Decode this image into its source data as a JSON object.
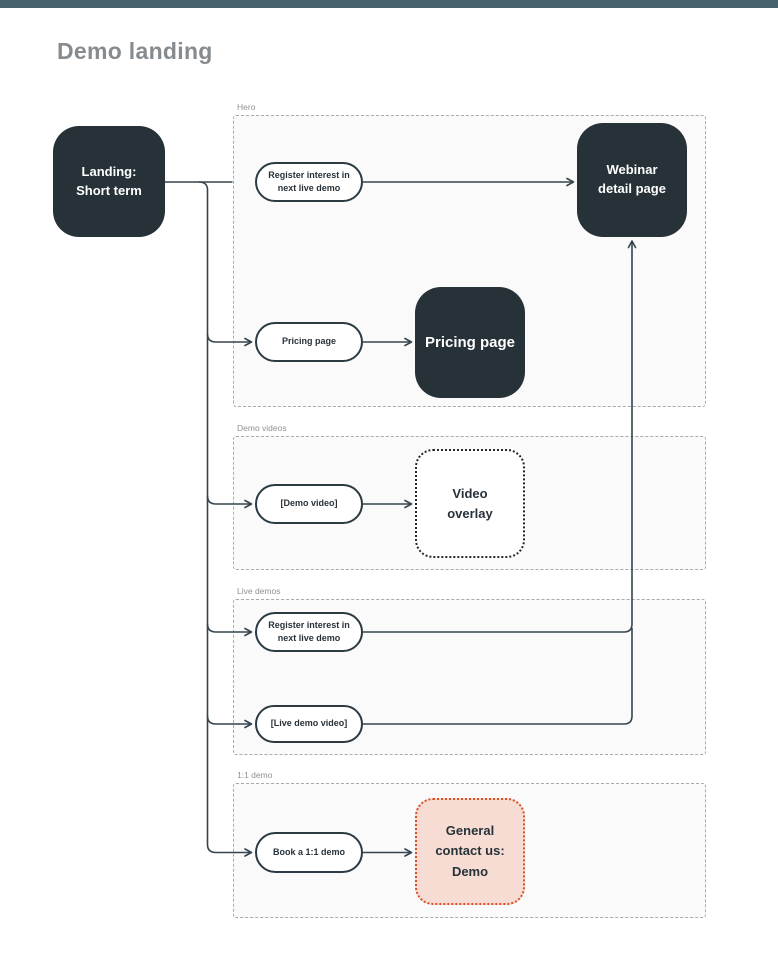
{
  "page": {
    "title": "Demo landing"
  },
  "colors": {
    "top_bar": "#48626c",
    "dark_node_fill": "#263238",
    "connector": "#36454d",
    "title_text": "#868b90",
    "contact_fill": "#f6dcd2",
    "contact_border": "#da4f24"
  },
  "groups": {
    "hero": {
      "label": "Hero"
    },
    "demo_videos": {
      "label": "Demo videos"
    },
    "live_demos": {
      "label": "Live demos"
    },
    "one_on_one": {
      "label": "1:1 demo"
    }
  },
  "nodes": {
    "landing": {
      "lines": [
        "Landing:",
        "Short term"
      ]
    },
    "webinar": {
      "lines": [
        "Webinar",
        "detail page"
      ]
    },
    "pricing_page": {
      "label": "Pricing page"
    },
    "video_overlay": {
      "lines": [
        "Video",
        "overlay"
      ]
    },
    "general_contact": {
      "lines": [
        "General",
        "contact us:",
        "Demo"
      ]
    }
  },
  "pills": {
    "hero_register": {
      "lines": [
        "Register interest in",
        "next live demo"
      ]
    },
    "pricing": {
      "label": "Pricing page"
    },
    "demo_video": {
      "label": "[Demo video]"
    },
    "live_register": {
      "lines": [
        "Register interest in",
        "next live demo"
      ]
    },
    "live_video": {
      "label": "[Live demo video]"
    },
    "book_demo": {
      "label": "Book a 1:1 demo"
    }
  }
}
